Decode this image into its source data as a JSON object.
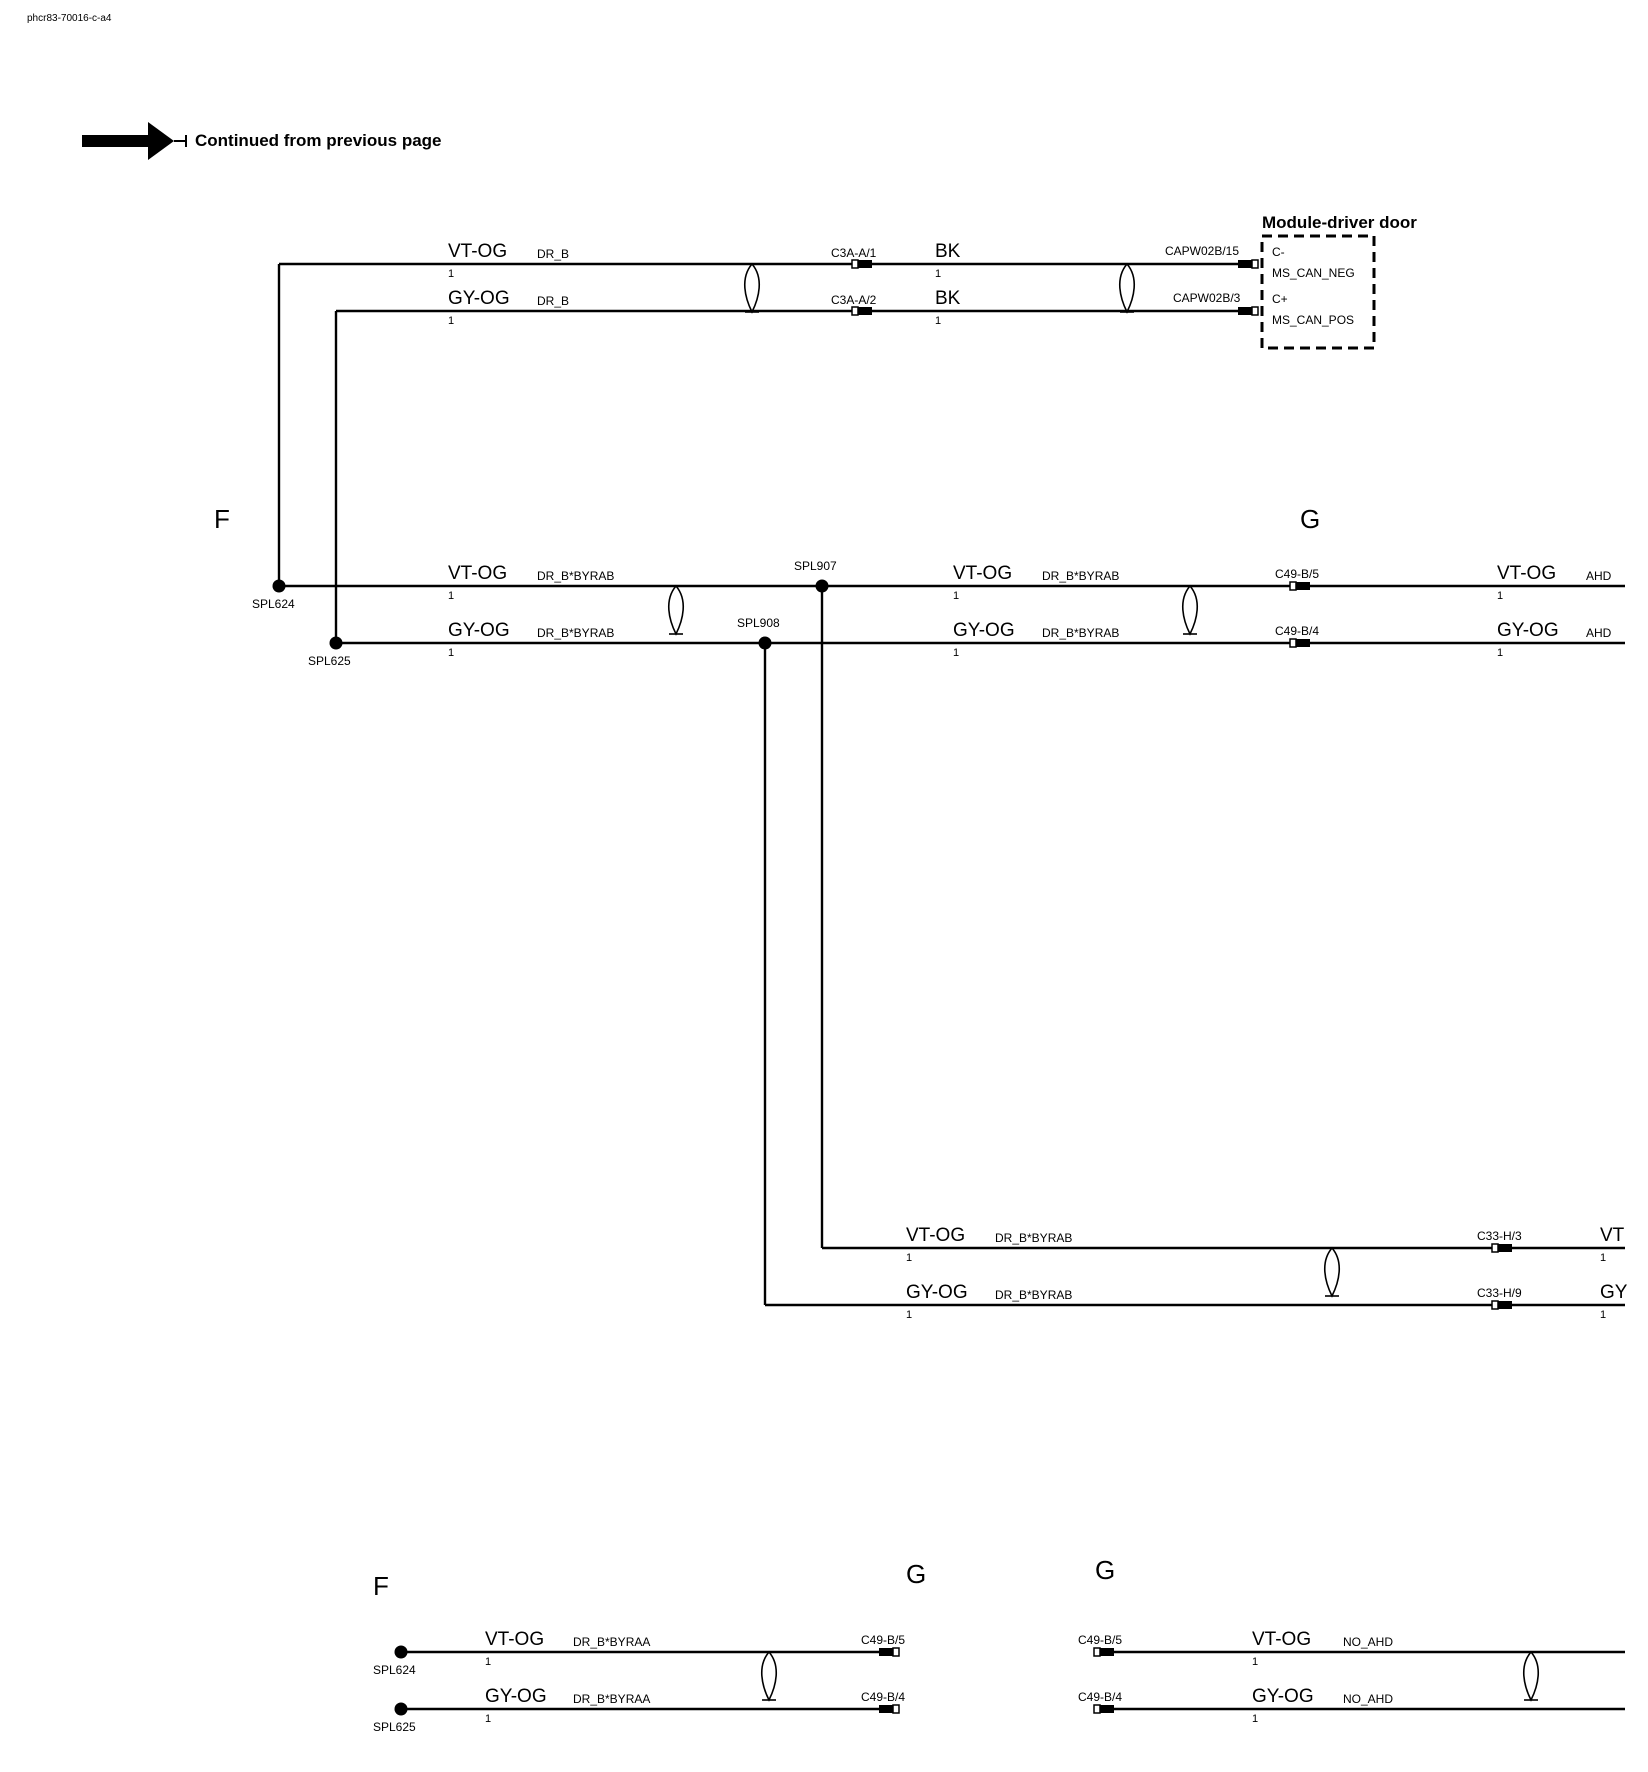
{
  "page_id": "phcr83-70016-c-a4",
  "continuation": {
    "label": "Continued from previous page"
  },
  "module": {
    "title": "Module-driver door",
    "pins": [
      {
        "label": "C-",
        "signal": "MS_CAN_NEG",
        "connector": "CAPW02B/15"
      },
      {
        "label": "C+",
        "signal": "MS_CAN_POS",
        "connector": "CAPW02B/3"
      }
    ]
  },
  "zone_letters": {
    "f_upper": "F",
    "g_upper": "G",
    "f_lower": "F",
    "g_lower_left": "G",
    "g_lower_right": "G"
  },
  "splices": [
    "SPL624",
    "SPL625",
    "SPL907",
    "SPL908"
  ],
  "wires": {
    "top_vt": {
      "color": "VT-OG",
      "circuit": "DR_B",
      "pin": "1"
    },
    "top_gy": {
      "color": "GY-OG",
      "circuit": "DR_B",
      "pin": "1"
    },
    "top_vt_out": {
      "color": "BK",
      "pin": "1"
    },
    "top_gy_out": {
      "color": "BK",
      "pin": "1"
    },
    "mid_vt_a": {
      "color": "VT-OG",
      "circuit": "DR_B*BYRAB",
      "pin": "1"
    },
    "mid_gy_a": {
      "color": "GY-OG",
      "circuit": "DR_B*BYRAB",
      "pin": "1"
    },
    "mid_vt_b": {
      "color": "VT-OG",
      "circuit": "DR_B*BYRAB",
      "pin": "1"
    },
    "mid_gy_b": {
      "color": "GY-OG",
      "circuit": "DR_B*BYRAB",
      "pin": "1"
    },
    "mid_vt_c": {
      "color": "VT-OG",
      "circuit": "AHD",
      "pin": "1"
    },
    "mid_gy_c": {
      "color": "GY-OG",
      "circuit": "AHD",
      "pin": "1"
    },
    "low_vt": {
      "color": "VT-OG",
      "circuit": "DR_B*BYRAB",
      "pin": "1"
    },
    "low_gy": {
      "color": "GY-OG",
      "circuit": "DR_B*BYRAB",
      "pin": "1"
    },
    "low_vt_out": {
      "color": "VT",
      "pin": "1"
    },
    "low_gy_out": {
      "color": "GY",
      "pin": "1"
    },
    "bot_vt_left": {
      "color": "VT-OG",
      "circuit": "DR_B*BYRAA",
      "pin": "1"
    },
    "bot_gy_left": {
      "color": "GY-OG",
      "circuit": "DR_B*BYRAA",
      "pin": "1"
    },
    "bot_vt_right": {
      "color": "VT-OG",
      "circuit": "NO_AHD",
      "pin": "1"
    },
    "bot_gy_right": {
      "color": "GY-OG",
      "circuit": "NO_AHD",
      "pin": "1"
    }
  },
  "connectors": {
    "c3a_1": "C3A-A/1",
    "c3a_2": "C3A-A/2",
    "c49_5": "C49-B/5",
    "c49_4": "C49-B/4",
    "c33_3": "C33-H/3",
    "c33_9": "C33-H/9",
    "bl_c49_5": "C49-B/5",
    "bl_c49_4": "C49-B/4",
    "br_c49_5": "C49-B/5",
    "br_c49_4": "C49-B/4"
  }
}
